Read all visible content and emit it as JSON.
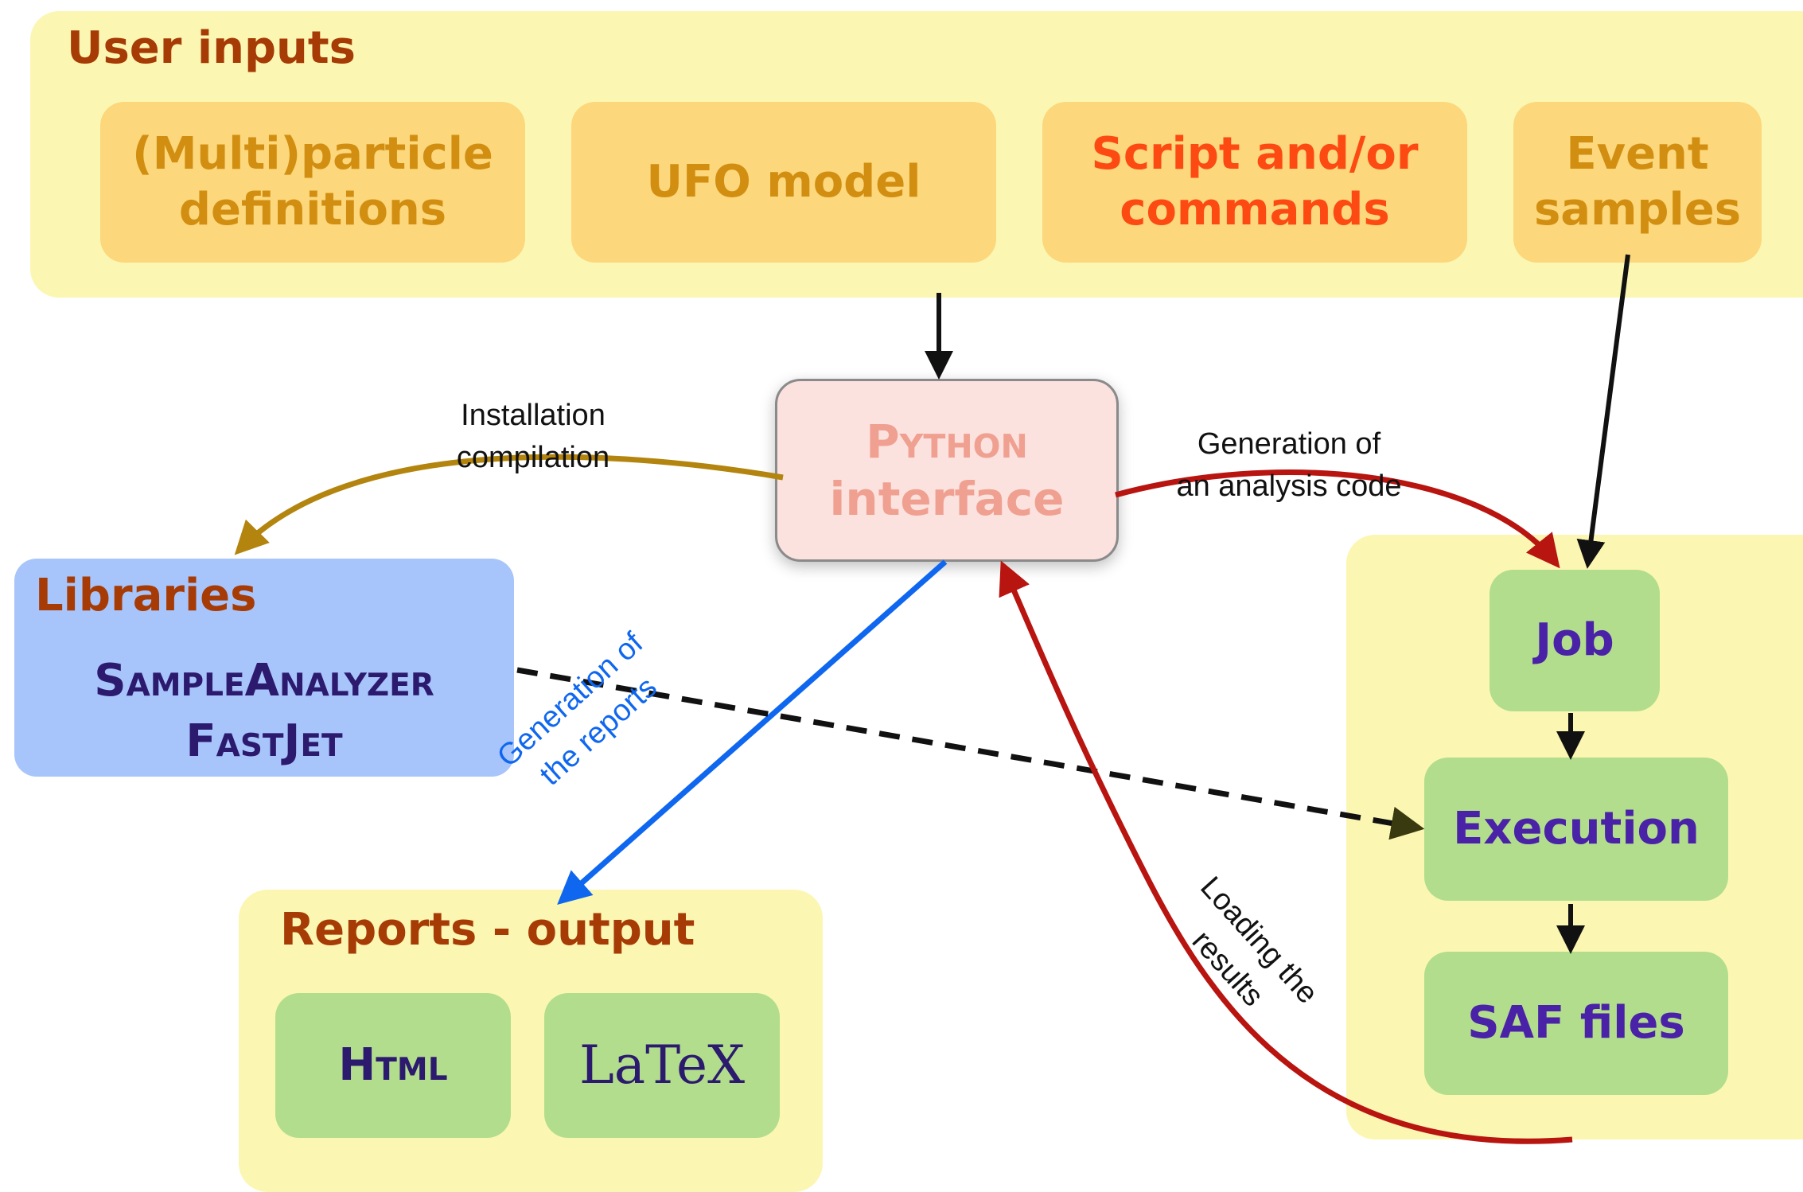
{
  "user_inputs": {
    "title": "User inputs",
    "items": [
      {
        "line1": "(Multi)particle",
        "line2": "definitions"
      },
      {
        "line1": "UFO model",
        "line2": ""
      },
      {
        "line1": "Script and/or",
        "line2": "commands"
      },
      {
        "line1": "Event",
        "line2": "samples"
      }
    ]
  },
  "python": {
    "line1": "Python",
    "line2": "interface"
  },
  "libraries": {
    "title": "Libraries",
    "line1": "SampleAnalyzer",
    "line2": "FastJet"
  },
  "reports": {
    "title": "Reports - output",
    "html": "Html",
    "latex": "LaTeX"
  },
  "job_flow": {
    "job": "Job",
    "execution": "Execution",
    "saf": "SAF files"
  },
  "edge_labels": {
    "installation": {
      "line1": "Installation",
      "line2": "compilation"
    },
    "generation_code": {
      "line1": "Generation of",
      "line2": "an analysis code"
    },
    "generation_reports": {
      "line1": "Generation of",
      "line2": "the reports"
    },
    "loading": {
      "line1": "Loading the",
      "line2": "results"
    }
  },
  "colors": {
    "panel": "#fbf7b2",
    "input_box": "#fcd77c",
    "input_text": "#d28e10",
    "script_text": "#fc4a12",
    "title_text": "#a63b06",
    "green_box": "#b2dd8c",
    "green_text": "#4a22a8",
    "libraries_box": "#a8c5fb",
    "libraries_text": "#2c1a6e",
    "python_box": "#fbe2df",
    "python_text": "#f0a090",
    "arrow_install": "#b3840e",
    "arrow_red": "#b81410",
    "arrow_blue": "#0f67f0",
    "arrow_dashed": "#3a3a10"
  }
}
